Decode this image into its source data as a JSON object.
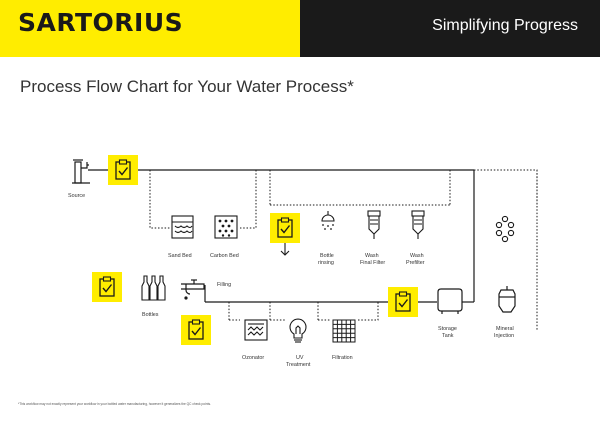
{
  "header": {
    "logo_text": "SARTORIUS",
    "tagline": "Simplifying Progress",
    "accent_color": "#ffed00",
    "dark_color": "#1a1a1a"
  },
  "page_title": "Process Flow Chart for Your Water Process*",
  "nodes": {
    "source": "Source",
    "sand_bed": "Sand Bed",
    "carbon_bed": "Carbon Bed",
    "bottle_rinsing": [
      "Bottle",
      "rinsing"
    ],
    "wash_final_filter": [
      "Wash",
      "Final Filter"
    ],
    "wash_prefilter": [
      "Wash",
      "Prefilter"
    ],
    "bottles": "Bottles",
    "filling": "Filling",
    "ozonator": "Ozonator",
    "uv_treatment": [
      "UV",
      "Treatment"
    ],
    "filtration": "Filtration",
    "storage_tank": [
      "Storage",
      "Tank"
    ],
    "mineral_injection": [
      "Mineral",
      "Injection"
    ]
  },
  "icons": [
    "source-tap-icon",
    "clipboard-check-icon",
    "sand-bed-icon",
    "carbon-bed-icon",
    "shower-icon",
    "filter-cartridge-icon",
    "bottles-icon",
    "faucet-icon",
    "ozonator-icon",
    "uv-bulb-icon",
    "filtration-grid-icon",
    "storage-tank-icon",
    "mineral-tank-icon",
    "mineral-molecule-icon"
  ],
  "footnote": "*This workflow may not exactly represent your workflow in your bottled water manufacturing, however it generalizes the QC check points."
}
